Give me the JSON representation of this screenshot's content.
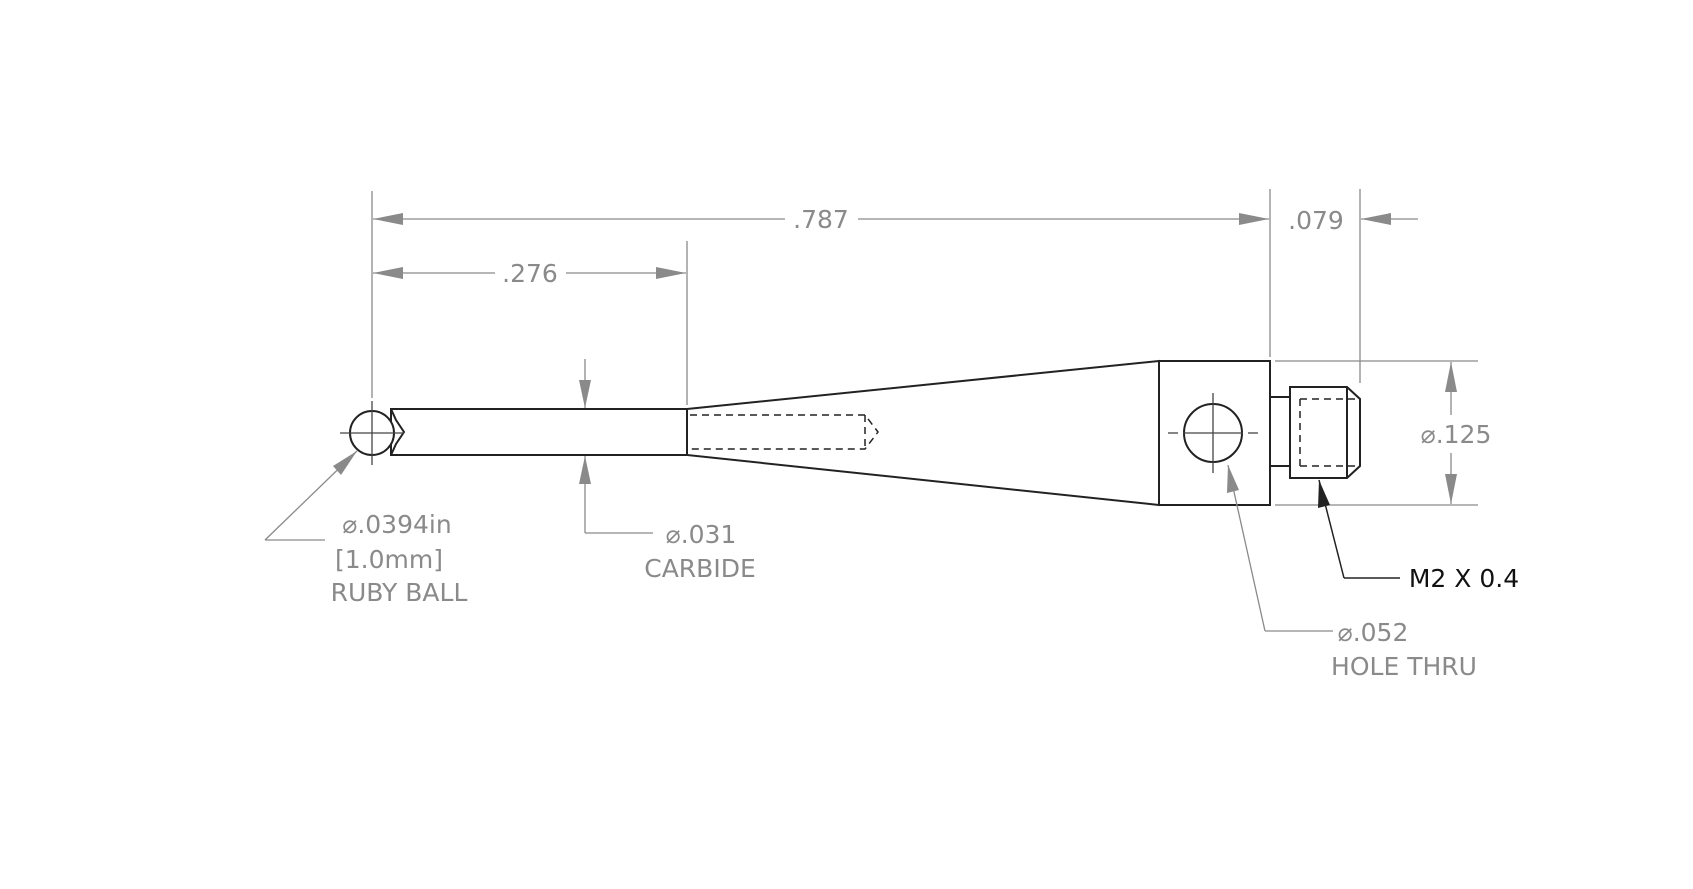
{
  "dimensions": {
    "overall_length": ".787",
    "ball_to_taper": ".276",
    "thread_length": ".079",
    "body_diameter": "⌀.125"
  },
  "callouts": {
    "ruby_ball": {
      "diameter_in": "⌀.0394in",
      "diameter_mm": "[1.0mm]",
      "material": "RUBY BALL"
    },
    "stem": {
      "diameter": "⌀.031",
      "material": "CARBIDE"
    },
    "hole": {
      "diameter": "⌀.052",
      "note": "HOLE THRU"
    },
    "thread": {
      "spec": "M2 X 0.4"
    }
  },
  "colors": {
    "dimension": "#8a8a8a",
    "outline": "#222222",
    "background": "#ffffff"
  }
}
